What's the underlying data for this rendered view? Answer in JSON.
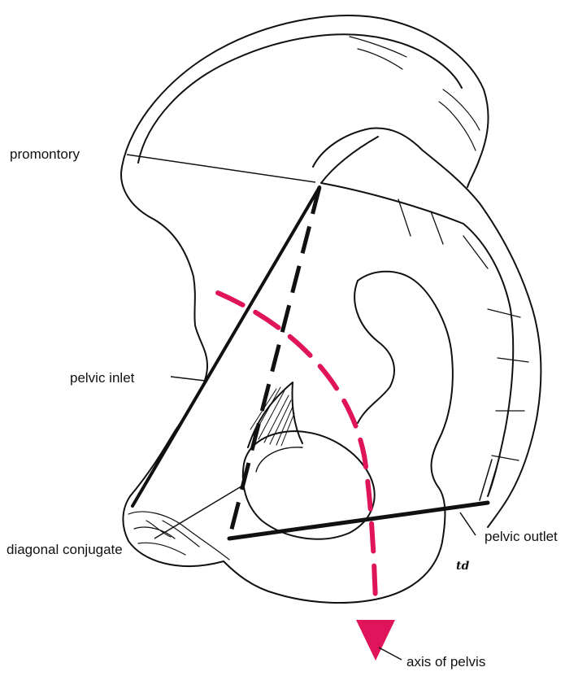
{
  "labels": {
    "promontory": "promontory",
    "pelvic_inlet": "pelvic inlet",
    "diagonal_conjugate": "diagonal conjugate",
    "pelvic_outlet": "pelvic outlet",
    "axis_of_pelvis": "axis of pelvis"
  },
  "signature": "td",
  "colors": {
    "axis": "#e0145a",
    "outline": "#111111",
    "background": "#ffffff"
  }
}
